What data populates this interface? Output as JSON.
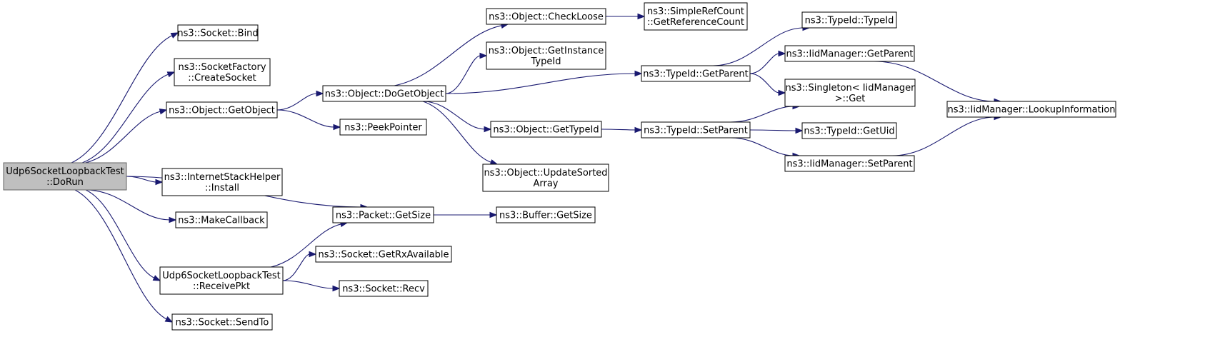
{
  "diagram": {
    "type": "call-graph",
    "colors": {
      "edge": "#191970",
      "root_fill": "#bfbfbf",
      "root_border": "#666666",
      "node_fill": "#ffffff",
      "node_border": "#000000"
    },
    "nodes": [
      {
        "id": "dorun",
        "lines": [
          "Udp6SocketLoopbackTest",
          "::DoRun"
        ],
        "root": true
      },
      {
        "id": "bind",
        "lines": [
          "ns3::Socket::Bind"
        ]
      },
      {
        "id": "createsocket",
        "lines": [
          "ns3::SocketFactory",
          "::CreateSocket"
        ]
      },
      {
        "id": "getobject",
        "lines": [
          "ns3::Object::GetObject"
        ]
      },
      {
        "id": "install",
        "lines": [
          "ns3::InternetStackHelper",
          "::Install"
        ]
      },
      {
        "id": "makecallback",
        "lines": [
          "ns3::MakeCallback"
        ]
      },
      {
        "id": "receivepkt",
        "lines": [
          "Udp6SocketLoopbackTest",
          "::ReceivePkt"
        ]
      },
      {
        "id": "sendto",
        "lines": [
          "ns3::Socket::SendTo"
        ]
      },
      {
        "id": "dogetobject",
        "lines": [
          "ns3::Object::DoGetObject"
        ]
      },
      {
        "id": "peekpointer",
        "lines": [
          "ns3::PeekPointer"
        ]
      },
      {
        "id": "packetgetsize",
        "lines": [
          "ns3::Packet::GetSize"
        ]
      },
      {
        "id": "getrxavailable",
        "lines": [
          "ns3::Socket::GetRxAvailable"
        ]
      },
      {
        "id": "recv",
        "lines": [
          "ns3::Socket::Recv"
        ]
      },
      {
        "id": "checkloose",
        "lines": [
          "ns3::Object::CheckLoose"
        ]
      },
      {
        "id": "getinstancetypeid",
        "lines": [
          "ns3::Object::GetInstance",
          "TypeId"
        ]
      },
      {
        "id": "objgettypeid",
        "lines": [
          "ns3::Object::GetTypeId"
        ]
      },
      {
        "id": "updatesortedarray",
        "lines": [
          "ns3::Object::UpdateSorted",
          "Array"
        ]
      },
      {
        "id": "buffergetsize",
        "lines": [
          "ns3::Buffer::GetSize"
        ]
      },
      {
        "id": "getreferencecount",
        "lines": [
          "ns3::SimpleRefCount",
          "::GetReferenceCount"
        ]
      },
      {
        "id": "typeidgetparent",
        "lines": [
          "ns3::TypeId::GetParent"
        ]
      },
      {
        "id": "typeidsetparent",
        "lines": [
          "ns3::TypeId::SetParent"
        ]
      },
      {
        "id": "typeidtypeid",
        "lines": [
          "ns3::TypeId::TypeId"
        ]
      },
      {
        "id": "iidgetparent",
        "lines": [
          "ns3::IidManager::GetParent"
        ]
      },
      {
        "id": "singletonget",
        "lines": [
          "ns3::Singleton< IidManager",
          ">::Get"
        ]
      },
      {
        "id": "typeidgetuid",
        "lines": [
          "ns3::TypeId::GetUid"
        ]
      },
      {
        "id": "iidsetparent",
        "lines": [
          "ns3::IidManager::SetParent"
        ]
      },
      {
        "id": "lookupinformation",
        "lines": [
          "ns3::IidManager::LookupInformation"
        ]
      }
    ],
    "edges": [
      [
        "dorun",
        "bind"
      ],
      [
        "dorun",
        "createsocket"
      ],
      [
        "dorun",
        "getobject"
      ],
      [
        "dorun",
        "packetgetsize"
      ],
      [
        "dorun",
        "install"
      ],
      [
        "dorun",
        "makecallback"
      ],
      [
        "dorun",
        "receivepkt"
      ],
      [
        "dorun",
        "sendto"
      ],
      [
        "getobject",
        "dogetobject"
      ],
      [
        "getobject",
        "peekpointer"
      ],
      [
        "receivepkt",
        "packetgetsize"
      ],
      [
        "receivepkt",
        "getrxavailable"
      ],
      [
        "receivepkt",
        "recv"
      ],
      [
        "dogetobject",
        "checkloose"
      ],
      [
        "dogetobject",
        "getinstancetypeid"
      ],
      [
        "dogetobject",
        "typeidgetparent"
      ],
      [
        "dogetobject",
        "objgettypeid"
      ],
      [
        "dogetobject",
        "updatesortedarray"
      ],
      [
        "packetgetsize",
        "buffergetsize"
      ],
      [
        "checkloose",
        "getreferencecount"
      ],
      [
        "objgettypeid",
        "typeidsetparent"
      ],
      [
        "typeidgetparent",
        "typeidtypeid"
      ],
      [
        "typeidgetparent",
        "iidgetparent"
      ],
      [
        "typeidgetparent",
        "singletonget"
      ],
      [
        "typeidsetparent",
        "singletonget"
      ],
      [
        "typeidsetparent",
        "typeidgetuid"
      ],
      [
        "typeidsetparent",
        "iidsetparent"
      ],
      [
        "iidgetparent",
        "lookupinformation"
      ],
      [
        "iidsetparent",
        "lookupinformation"
      ]
    ]
  }
}
